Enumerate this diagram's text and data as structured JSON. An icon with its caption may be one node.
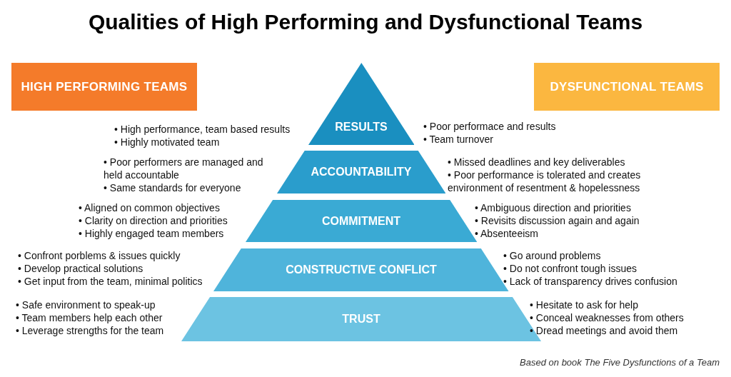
{
  "diagram": {
    "title": "Qualities of High Performing and Dysfunctional Teams",
    "caption": "Based on book The Five Dysfunctions of a Team",
    "nodes": [
      {
        "text": [
          "HIGH PERFORMING TEAMS"
        ]
      },
      {
        "text": [
          "DYSFUNCTIONAL TEAMS"
        ]
      },
      {
        "text": [
          "RESULTS"
        ],
        "beside": [
          "• High performance, team based results",
          "• Highly motivated team",
          "• Poor performace and results",
          "• Team turnover"
        ]
      },
      {
        "text": [
          "ACCOUNTABILITY"
        ],
        "beside": [
          "• Poor performers are managed and held accountable",
          "• Same standards for everyone",
          "• Missed deadlines and key deliverables",
          "• Poor performance is tolerated and creates environment of resentment & hopelessness"
        ]
      },
      {
        "text": [
          "COMMITMENT"
        ],
        "beside": [
          "• Aligned on common objectives",
          "• Clarity on direction and priorities",
          "• Highly engaged team members",
          "• Ambiguous direction and priorities",
          "• Revisits discussion again and again",
          "• Absenteeism"
        ]
      },
      {
        "text": [
          "CONSTRUCTIVE CONFLICT"
        ],
        "beside": [
          "• Confront porblems & issues quickly",
          "• Develop practical solutions",
          "• Get input from the team, minimal politics",
          "• Go around problems",
          "• Do not confront tough issues",
          "• Lack of transparency drives confusion"
        ]
      },
      {
        "text": [
          "TRUST"
        ],
        "beside": [
          "• Safe environment to speak-up",
          "• Team members help each other",
          "• Leverage strengths for the team",
          "• Hesitate to ask for help",
          "• Conceal weaknesses from others",
          "• Dread meetings and avoid them"
        ]
      }
    ],
    "edges": []
  }
}
